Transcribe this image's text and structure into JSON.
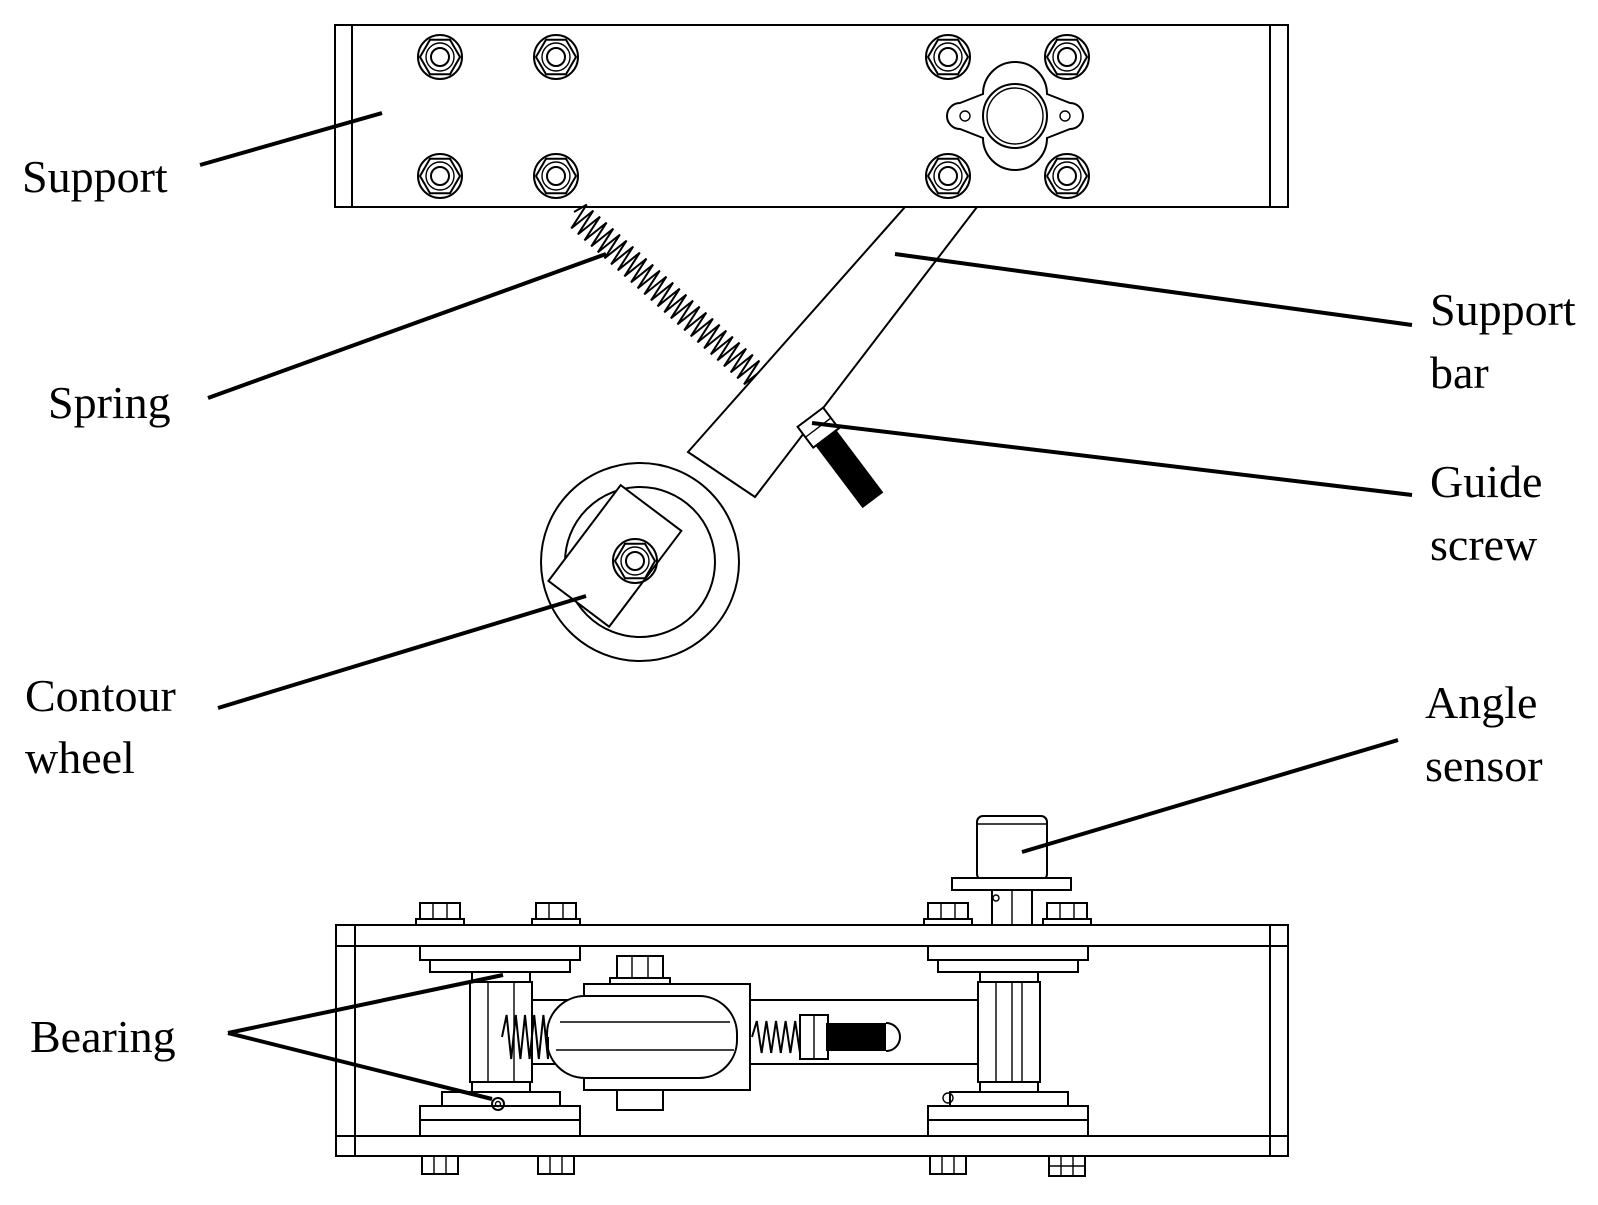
{
  "labels": {
    "support": "Support",
    "spring": "Spring",
    "support_bar": [
      "Support",
      "bar"
    ],
    "guide_screw": [
      "Guide",
      "screw"
    ],
    "contour_wheel": [
      "Contour",
      "wheel"
    ],
    "angle_sensor": [
      "Angle",
      "sensor"
    ],
    "bearing": "Bearing"
  }
}
